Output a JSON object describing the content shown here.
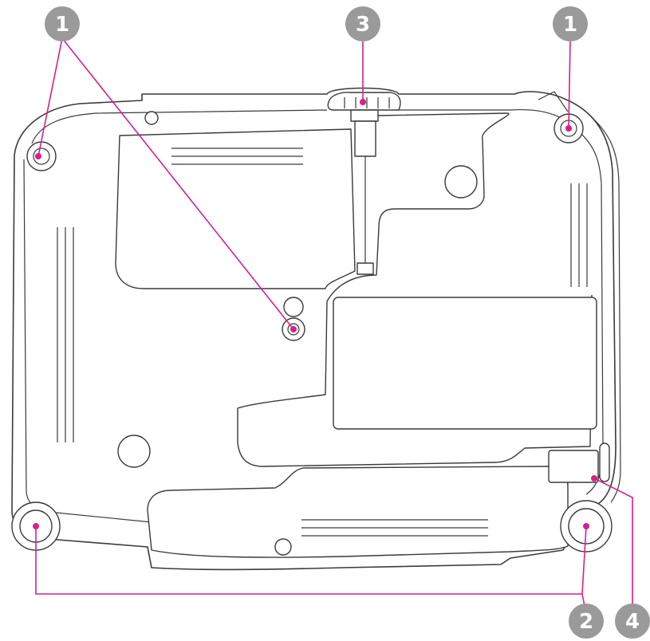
{
  "callouts": [
    {
      "id": "c1a",
      "label": "1"
    },
    {
      "id": "c3",
      "label": "3"
    },
    {
      "id": "c1b",
      "label": "1"
    },
    {
      "id": "c2",
      "label": "2"
    },
    {
      "id": "c4",
      "label": "4"
    }
  ],
  "colors": {
    "leader": "#d6208a",
    "callout_fill": "#9a9a9a",
    "outline": "#3a3a3a"
  }
}
